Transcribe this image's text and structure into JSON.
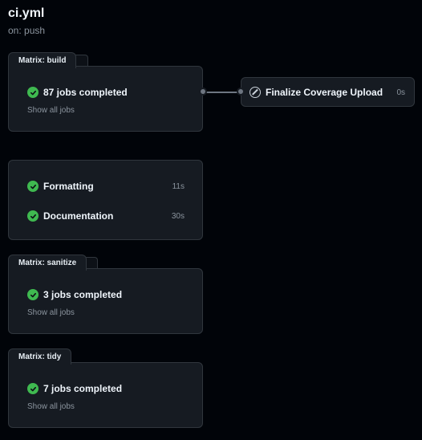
{
  "workflow": {
    "title": "ci.yml",
    "trigger": "on: push"
  },
  "matrix_build": {
    "tab_label": "Matrix: build",
    "status_text": "87 jobs completed",
    "show_all": "Show all jobs"
  },
  "finalize": {
    "label": "Finalize Coverage Upload",
    "duration": "0s"
  },
  "standalone_jobs": [
    {
      "label": "Formatting",
      "duration": "11s"
    },
    {
      "label": "Documentation",
      "duration": "30s"
    }
  ],
  "matrix_sanitize": {
    "tab_label": "Matrix: sanitize",
    "status_text": "3 jobs completed",
    "show_all": "Show all jobs"
  },
  "matrix_tidy": {
    "tab_label": "Matrix: tidy",
    "status_text": "7 jobs completed",
    "show_all": "Show all jobs"
  },
  "colors": {
    "background": "#010409",
    "card": "#161b22",
    "border": "#30363d",
    "success": "#3fb950",
    "muted": "#8b949e"
  },
  "icons": {
    "success": "check-circle-icon",
    "skipped": "skip-icon"
  }
}
